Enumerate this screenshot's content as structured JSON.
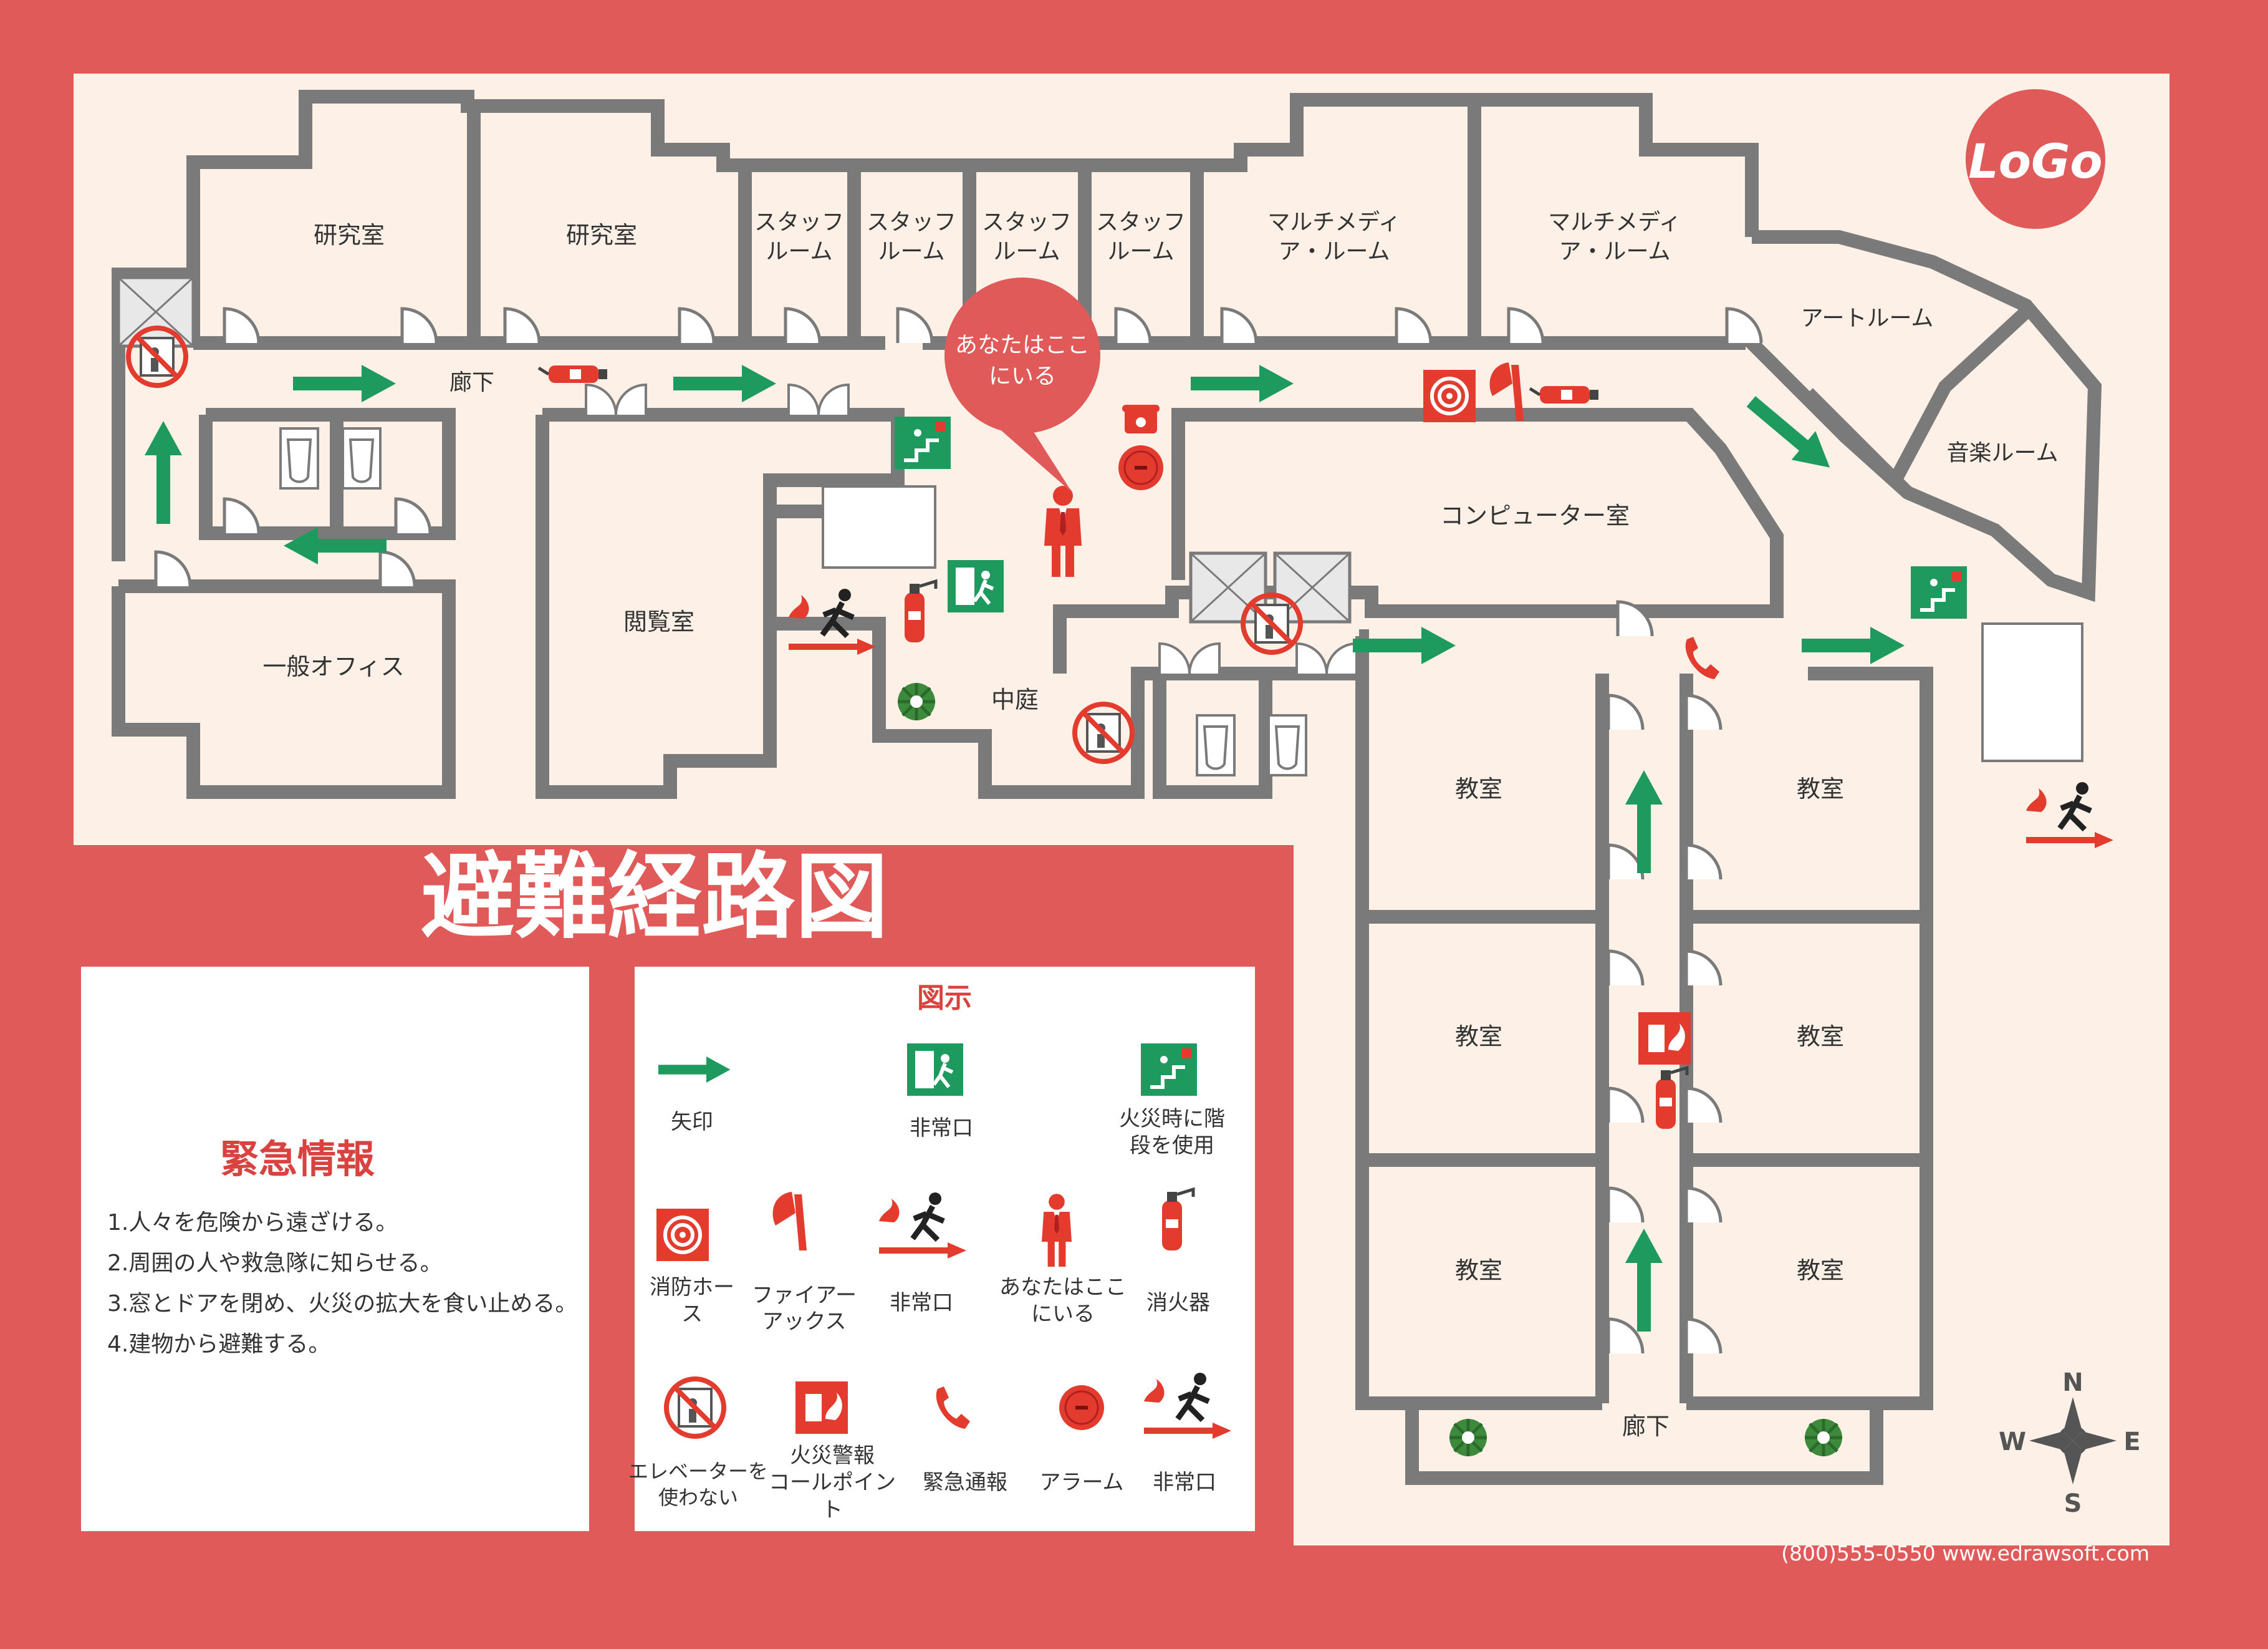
{
  "colors": {
    "background": "#e05a5a",
    "floor": "#fdf0e6",
    "wall": "#7a7a7a",
    "arrow": "#1f9a5f",
    "exit_green": "#1f9a5f",
    "fire_red": "#e33b2e",
    "title_text": "#ffffff",
    "heading_red": "#d9433f"
  },
  "title": "避難経路図",
  "logo": {
    "text": "LoGo"
  },
  "rooms": {
    "lab_1": "研究室",
    "lab_2": "研究室",
    "staff_1": [
      "スタッフ",
      "ルーム"
    ],
    "staff_2": [
      "スタッフ",
      "ルーム"
    ],
    "staff_3": [
      "スタッフ",
      "ルーム"
    ],
    "staff_4": [
      "スタッフ",
      "ルーム"
    ],
    "multimedia_1": [
      "マルチメディ",
      "ア・ルーム"
    ],
    "multimedia_2": [
      "マルチメディ",
      "ア・ルーム"
    ],
    "art_room": "アートルーム",
    "music_room": "音楽ルーム",
    "corridor_top": "廊下",
    "computer_room": "コンピューター室",
    "reading_room": "閲覧室",
    "general_office": "一般オフィス",
    "courtyard": "中庭",
    "classroom_1": "教室",
    "classroom_2": "教室",
    "classroom_3": "教室",
    "classroom_4": "教室",
    "classroom_5": "教室",
    "classroom_6": "教室",
    "corridor_bottom": "廊下"
  },
  "you_are_here": [
    "あなたはここ",
    "にいる"
  ],
  "emergency": {
    "heading": "緊急情報",
    "items": [
      "1.人々を危険から遠ざける。",
      "2.周囲の人や救急隊に知らせる。",
      "3.窓とドアを閉め、火災の拡大を食い止める。",
      "4.建物から避難する。"
    ]
  },
  "legend": {
    "heading": "図示",
    "items": [
      {
        "icon": "arrow-icon",
        "lines": [
          "矢印"
        ]
      },
      {
        "icon": "emergency-exit-icon",
        "lines": [
          "非常口"
        ]
      },
      {
        "icon": "fire-stairs-icon",
        "lines": [
          "火災時に階",
          "段を使用"
        ]
      },
      {
        "icon": "fire-hose-icon",
        "lines": [
          "消防ホー",
          "ス"
        ]
      },
      {
        "icon": "fire-axe-icon",
        "lines": [
          "ファイアー",
          "アックス"
        ]
      },
      {
        "icon": "accessible-exit-icon",
        "lines": [
          "非常口"
        ]
      },
      {
        "icon": "you-are-here-icon",
        "lines": [
          "あなたはここ",
          "にいる"
        ]
      },
      {
        "icon": "fire-extinguisher-icon",
        "lines": [
          "消火器"
        ]
      },
      {
        "icon": "no-elevator-icon",
        "lines": [
          "エレベーターを",
          "使わない"
        ]
      },
      {
        "icon": "fire-alarm-callpoint-icon",
        "lines": [
          "火災警報",
          "コールポイン",
          "ト"
        ]
      },
      {
        "icon": "emergency-phone-icon",
        "lines": [
          "緊急通報"
        ]
      },
      {
        "icon": "alarm-bell-icon",
        "lines": [
          "アラーム"
        ]
      },
      {
        "icon": "fire-exit-running-icon",
        "lines": [
          "非常口"
        ]
      }
    ]
  },
  "compass": {
    "n": "N",
    "s": "S",
    "e": "E",
    "w": "W"
  },
  "footer": {
    "contact": "(800)555-0550 www.edrawsoft.com"
  }
}
